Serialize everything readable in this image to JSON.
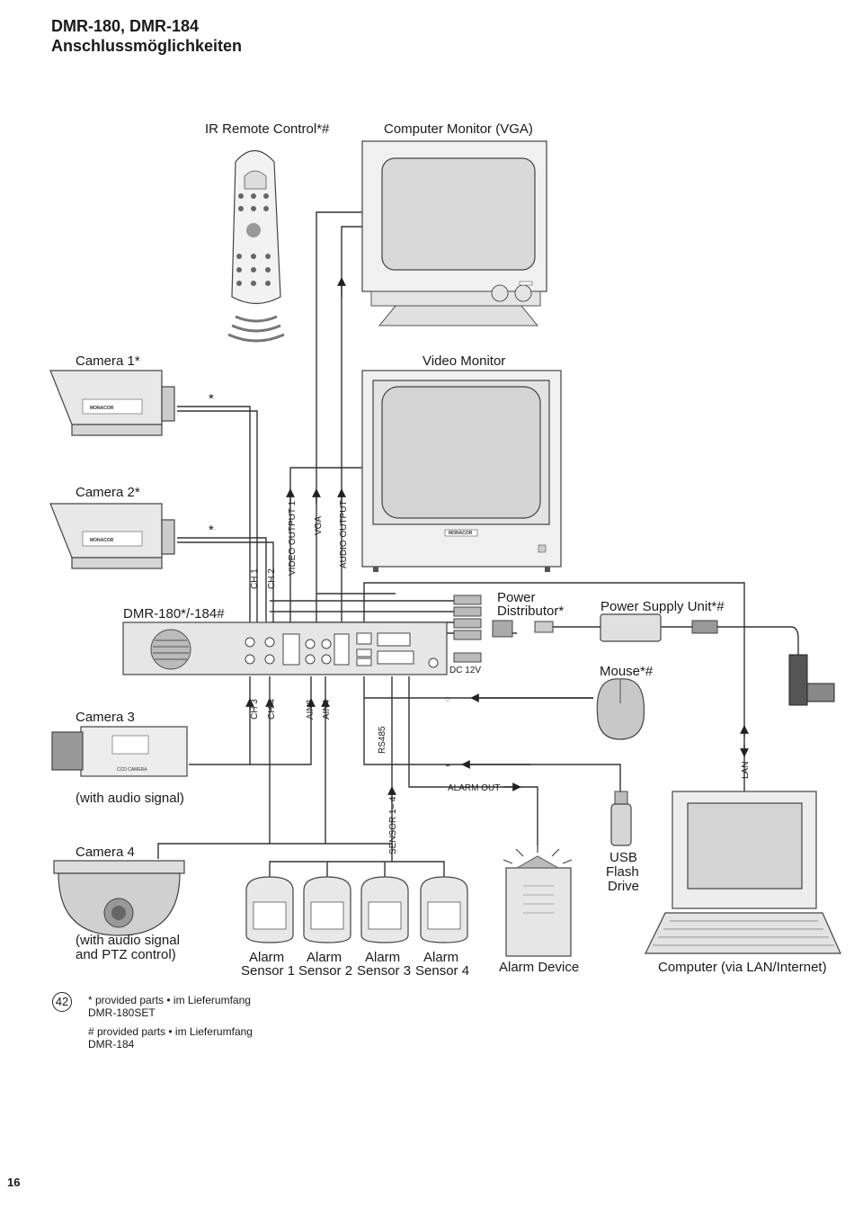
{
  "header": {
    "title_line1": "DMR-180, DMR-184",
    "title_line2": "Anschlussmöglichkeiten"
  },
  "devices": {
    "ir_remote": "IR Remote Control*#",
    "computer_monitor": "Computer Monitor (VGA)",
    "video_monitor": "Video Monitor",
    "camera1": "Camera 1*",
    "camera2": "Camera 2*",
    "camera3": "Camera 3",
    "camera3_note": "(with audio signal)",
    "camera4": "Camera 4",
    "camera4_note1": "(with audio signal",
    "camera4_note2": "and PTZ control)",
    "dmr": "DMR-180*/-184#",
    "power_distributor1": "Power",
    "power_distributor2": "Distributor*",
    "power_supply": "Power Supply Unit*#",
    "mouse": "Mouse*#",
    "usb1": "USB",
    "usb2": "Flash",
    "usb3": "Drive",
    "alarm_device": "Alarm Device",
    "computer": "Computer (via LAN/Internet)",
    "sensors": [
      {
        "line1": "Alarm",
        "line2": "Sensor 1"
      },
      {
        "line1": "Alarm",
        "line2": "Sensor 2"
      },
      {
        "line1": "Alarm",
        "line2": "Sensor 3"
      },
      {
        "line1": "Alarm",
        "line2": "Sensor 4"
      }
    ]
  },
  "brand": {
    "camera_logo": "MONACOR",
    "ccd": "CCD CAMERA"
  },
  "connections": {
    "ch1": "CH 1",
    "ch2": "CH 2",
    "ch3": "CH 3",
    "ch4": "CH 4",
    "ain3": "AIN3",
    "ain4": "AIN4",
    "video_output": "VIDEO OUTPUT 1",
    "vga": "VGA",
    "audio_output": "AUDIO OUTPUT",
    "rs485": "RS485",
    "sensor": "SENSOR 1– 4",
    "alarm_out": "ALARM OUT",
    "lan": "LAN",
    "dc": "DC 12V",
    "star": "*"
  },
  "footnotes": {
    "figure_number": "42",
    "note1_line1": "* provided parts • im Lieferumfang",
    "note1_line2": "DMR-180SET",
    "note2_line1": "# provided parts • im Lieferumfang",
    "note2_line2": "DMR-184"
  },
  "page_number": "16"
}
